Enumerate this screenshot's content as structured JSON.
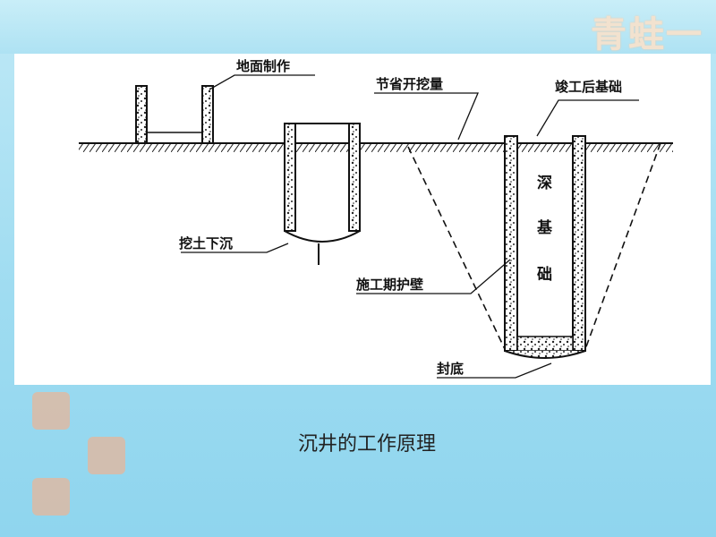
{
  "slide": {
    "brand_text": "青蛙一",
    "caption": "沉井的工作原理"
  },
  "diagram": {
    "labels": {
      "ground_fabrication": "地面制作",
      "excavate_sink": "挖土下沉",
      "save_excavation": "节省开挖量",
      "completed_foundation": "竣工后基础",
      "construction_wall": "施工期护壁",
      "bottom_seal": "封底",
      "deep_foundation_1": "深",
      "deep_foundation_2": "基",
      "deep_foundation_3": "础"
    }
  }
}
